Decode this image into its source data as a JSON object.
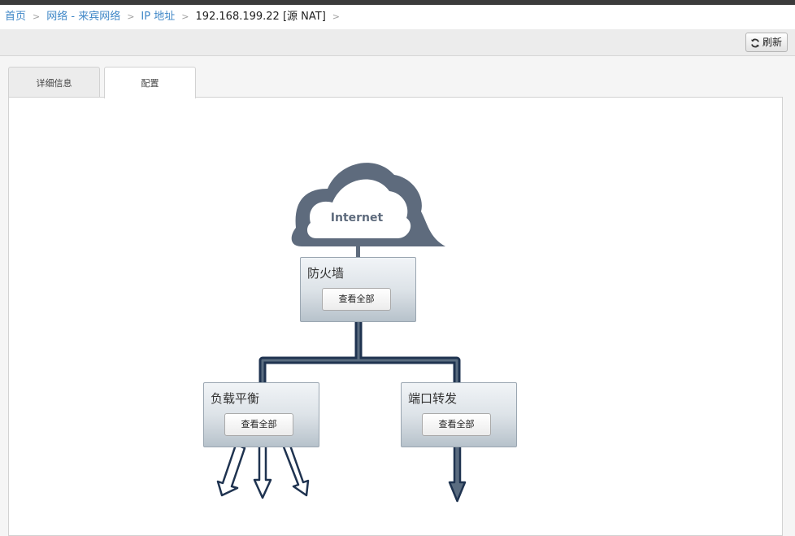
{
  "breadcrumb": {
    "items": [
      "首页",
      "网络 - 来宾网络",
      "IP 地址"
    ],
    "current": "192.168.199.22 [源 NAT]"
  },
  "toolbar": {
    "refresh_label": "刷新",
    "refresh_icon": "refresh-icon"
  },
  "tabs": [
    {
      "label": "详细信息",
      "active": false
    },
    {
      "label": "配置",
      "active": true
    }
  ],
  "diagram": {
    "cloud_label": "Internet",
    "firewall": {
      "title": "防火墙",
      "button": "查看全部"
    },
    "load_balancer": {
      "title": "负载平衡",
      "button": "查看全部"
    },
    "port_forwarding": {
      "title": "端口转发",
      "button": "查看全部"
    }
  },
  "colors": {
    "link": "#3f87c7",
    "line_dark": "#1f3350",
    "cloud": "#5e6b7d",
    "node_border": "#9aa6b1"
  }
}
